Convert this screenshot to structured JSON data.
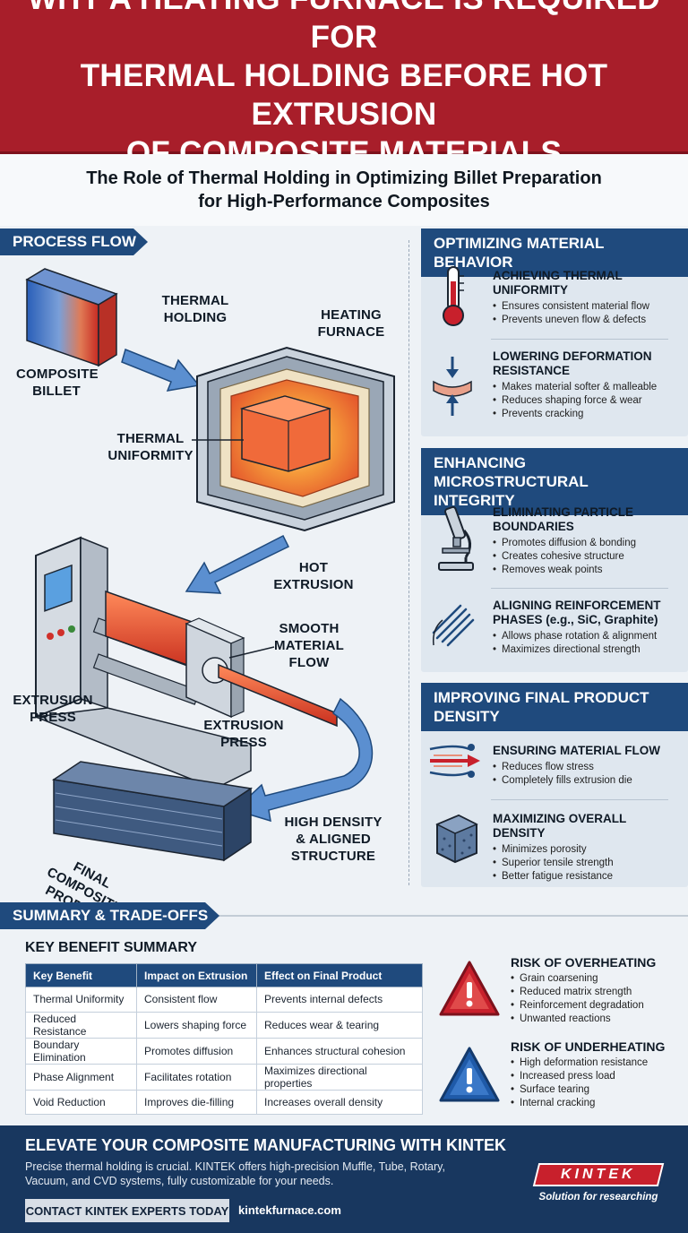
{
  "header": {
    "lines": [
      "WHY A HEATING FURNACE IS REQUIRED FOR",
      "THERMAL HOLDING BEFORE HOT EXTRUSION",
      "OF COMPOSITE MATERIALS"
    ]
  },
  "subtitle": {
    "lines": [
      "The Role of Thermal Holding in Optimizing Billet Preparation",
      "for High-Performance Composites"
    ]
  },
  "process": {
    "tab": "PROCESS FLOW",
    "labels": {
      "composite_billet": [
        "COMPOSITE",
        "BILLET"
      ],
      "thermal_holding": [
        "THERMAL",
        "HOLDING"
      ],
      "heating_furnace": [
        "HEATING",
        "FURNACE"
      ],
      "thermal_uniformity": [
        "THERMAL",
        "UNIFORMITY"
      ],
      "hot_extrusion": [
        "HOT",
        "EXTRUSION"
      ],
      "smooth_flow": [
        "SMOOTH",
        "MATERIAL",
        "FLOW"
      ],
      "extrusion_press_left": [
        "EXTRUSION",
        "PRESS"
      ],
      "extrusion_press_center": [
        "EXTRUSION",
        "PRESS"
      ],
      "final_product": [
        "FINAL COMPOSITE",
        "PRODUCT"
      ],
      "high_density": [
        "HIGH DENSITY",
        "& ALIGNED",
        "STRUCTURE"
      ]
    }
  },
  "optimizing": {
    "title": "OPTIMIZING MATERIAL BEHAVIOR",
    "items": [
      {
        "title": [
          "ACHIEVING THERMAL",
          "UNIFORMITY"
        ],
        "bullets": [
          "Ensures consistent material flow",
          "Prevents uneven flow & defects"
        ]
      },
      {
        "title": [
          "LOWERING DEFORMATION",
          "RESISTANCE"
        ],
        "bullets": [
          "Makes material softer & malleable",
          "Reduces shaping force & wear",
          "Prevents cracking"
        ]
      }
    ]
  },
  "enhancing": {
    "title": [
      "ENHANCING MICROSTRUCTURAL",
      "INTEGRITY"
    ],
    "items": [
      {
        "title": [
          "ELIMINATING PARTICLE",
          "BOUNDARIES"
        ],
        "bullets": [
          "Promotes diffusion & bonding",
          "Creates cohesive structure",
          "Removes weak points"
        ]
      },
      {
        "title": [
          "ALIGNING REINFORCEMENT",
          "PHASES (e.g., SiC, Graphite)"
        ],
        "bullets": [
          "Allows phase rotation & alignment",
          "Maximizes directional strength"
        ]
      }
    ]
  },
  "improving": {
    "title": [
      "IMPROVING FINAL PRODUCT",
      "DENSITY"
    ],
    "items": [
      {
        "title": [
          "ENSURING MATERIAL FLOW"
        ],
        "bullets": [
          "Reduces flow stress",
          "Completely fills extrusion die"
        ]
      },
      {
        "title": [
          "MAXIMIZING OVERALL DENSITY"
        ],
        "bullets": [
          "Minimizes porosity",
          "Superior tensile strength",
          "Better fatigue resistance"
        ]
      }
    ]
  },
  "summary": {
    "tab": "SUMMARY & TRADE-OFFS",
    "table_title": "KEY BENEFIT SUMMARY",
    "headers": [
      "Key Benefit",
      "Impact on Extrusion",
      "Effect on Final Product"
    ],
    "rows": [
      [
        "Thermal Uniformity",
        "Consistent flow",
        "Prevents internal defects"
      ],
      [
        "Reduced Resistance",
        "Lowers shaping force",
        "Reduces wear & tearing"
      ],
      [
        "Boundary Elimination",
        "Promotes diffusion",
        "Enhances structural cohesion"
      ],
      [
        "Phase Alignment",
        "Facilitates rotation",
        "Maximizes directional properties"
      ],
      [
        "Void Reduction",
        "Improves die-filling",
        "Increases overall density"
      ]
    ],
    "risks": [
      {
        "title": "RISK OF OVERHEATING",
        "color": "#c8202c",
        "bullets": [
          "Grain coarsening",
          "Reduced matrix strength",
          "Reinforcement degradation",
          "Unwanted reactions"
        ]
      },
      {
        "title": "RISK OF UNDERHEATING",
        "color": "#1f5aa8",
        "bullets": [
          "High deformation resistance",
          "Increased press load",
          "Surface tearing",
          "Internal cracking"
        ]
      }
    ]
  },
  "footer": {
    "title": "ELEVATE YOUR COMPOSITE MANUFACTURING WITH KINTEK",
    "text_lines": [
      "Precise thermal holding is crucial. KINTEK offers high-precision Muffle, Tube, Rotary,",
      "Vacuum, and CVD systems, fully customizable for your needs."
    ],
    "cta": "CONTACT KINTEK EXPERTS TODAY",
    "url": "kintekfurnace.com",
    "logo": "KINTEK",
    "tagline": "Solution for researching"
  },
  "colors": {
    "red": "#a81e2a",
    "navy": "#1f4a7d",
    "footer": "#18375f"
  }
}
